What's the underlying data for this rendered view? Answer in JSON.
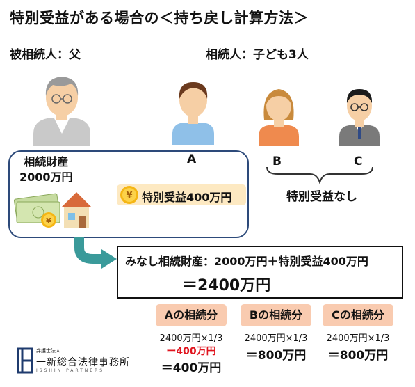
{
  "title": "特別受益がある場合の＜持ち戻し計算方法＞",
  "decedent_label": "被相続人：父",
  "heirs_label": "相続人：子ども3人",
  "heirs": [
    {
      "letter": "A"
    },
    {
      "letter": "B"
    },
    {
      "letter": "C"
    }
  ],
  "no_gift_label": "特別受益なし",
  "estate": {
    "label": "相続財産\n2000万円"
  },
  "gift_badge": "特別受益400万円",
  "yen_symbol": "¥",
  "deemed": {
    "line1": "みなし相続財産：2000万円＋特別受益400万円",
    "line2": "＝2400万円"
  },
  "shares": [
    {
      "label": "Aの相続分",
      "calc": "2400万円×1/3",
      "deduction": "ー400万円",
      "result": "＝400万円"
    },
    {
      "label": "Bの相続分",
      "calc": "2400万円×1/3",
      "result": "＝800万円"
    },
    {
      "label": "Cの相続分",
      "calc": "2400万円×1/3",
      "result": "＝800万円"
    }
  ],
  "logo": {
    "small": "弁護士法人",
    "name": "一新総合法律事務所",
    "english": "ISSHIN PARTNERS"
  },
  "colors": {
    "box_border": "#2d4a7a",
    "arrow": "#3a9a9a",
    "share_tag": "#f9cbb0",
    "gift_badge": "#fde9c2",
    "deduction": "#e0141e"
  }
}
